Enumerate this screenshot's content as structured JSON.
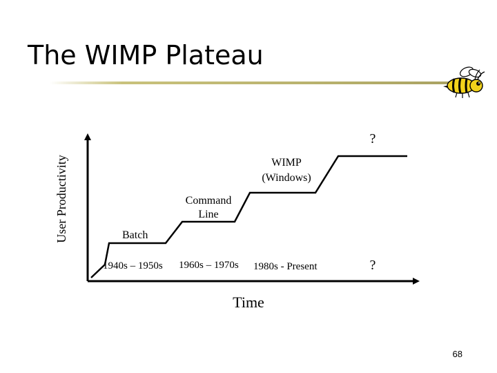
{
  "slide": {
    "title": "The WIMP Plateau",
    "page_number": "68"
  },
  "diagram": {
    "y_axis_label": "User Productivity",
    "x_axis_label": "Time",
    "stages": {
      "batch": "Batch",
      "command_line_1": "Command",
      "command_line_2": "Line",
      "wimp_1": "WIMP",
      "wimp_2": "(Windows)",
      "future": "?"
    },
    "eras": {
      "era1": "1940s – 1950s",
      "era2": "1960s – 1970s",
      "era3": "1980s - Present",
      "era4": "?"
    }
  },
  "colors": {
    "accent_rule": "#c9c27c",
    "ink": "#000000"
  },
  "icons": {
    "mascot": "bee-mascot-icon"
  }
}
